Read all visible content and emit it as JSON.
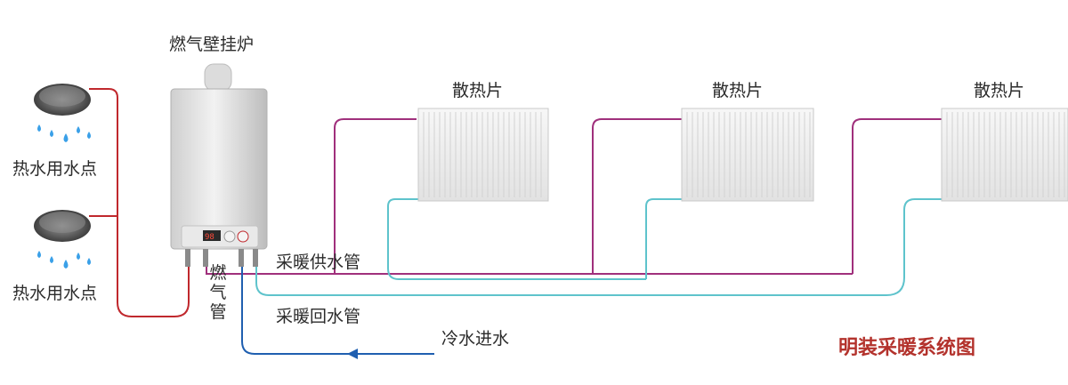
{
  "labels": {
    "boiler": "燃气壁挂炉",
    "radiator_1": "散热片",
    "radiator_2": "散热片",
    "radiator_3": "散热片",
    "hot_water_point_1": "热水用水点",
    "hot_water_point_2": "热水用水点",
    "gas_pipe": "燃气管",
    "supply_pipe": "采暖供水管",
    "return_pipe": "采暖回水管",
    "cold_water_inlet": "冷水进水",
    "diagram_title": "明装采暖系统图"
  },
  "boiler_display": "98",
  "colors": {
    "hot_water_pipe": "#c0282d",
    "supply_pipe": "#a0307c",
    "return_pipe": "#5ec3cc",
    "cold_water_pipe": "#1f5fb0",
    "title": "#b3322c"
  }
}
